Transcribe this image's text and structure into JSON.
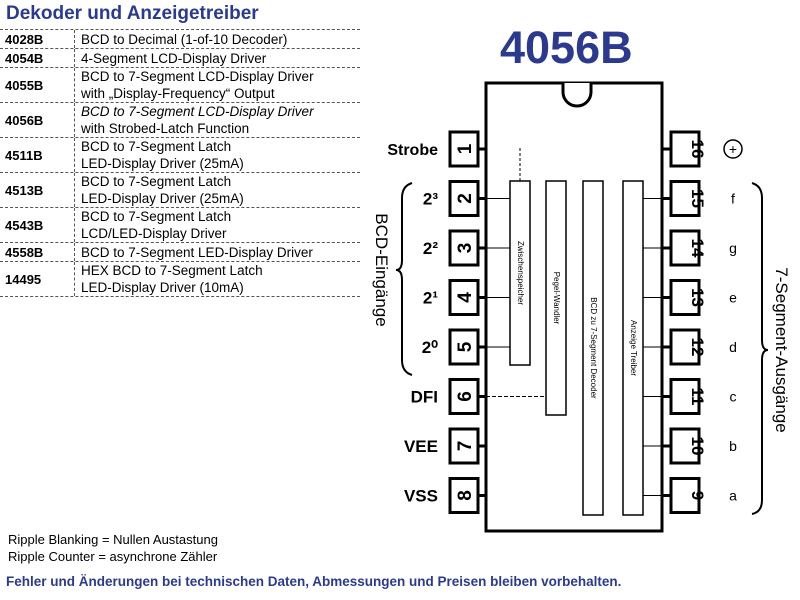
{
  "header": {
    "title": "Dekoder und Anzeigetreiber",
    "chip_title": "4056B"
  },
  "table": {
    "rows": [
      {
        "part": "4028B",
        "line1": "BCD to Decimal (1-of-10 Decoder)",
        "line2": ""
      },
      {
        "part": "4054B",
        "line1": "4-Segment LCD-Display Driver",
        "line2": ""
      },
      {
        "part": "4055B",
        "line1": "BCD to 7-Segment LCD-Display Driver",
        "line2": "with „Display-Frequency“ Output"
      },
      {
        "part": "4056B",
        "line1": "BCD to 7-Segment LCD-Display Driver",
        "line2": "with Strobed-Latch Function"
      },
      {
        "part": "4511B",
        "line1": "BCD to 7-Segment Latch",
        "line2": "LED-Display Driver (25mA)"
      },
      {
        "part": "4513B",
        "line1": "BCD to 7-Segment Latch",
        "line2": "LED-Display Driver (25mA)"
      },
      {
        "part": "4543B",
        "line1": "BCD to 7-Segment Latch",
        "line2": "LCD/LED-Display Driver"
      },
      {
        "part": "4558B",
        "line1": "BCD to 7-Segment LED-Display Driver",
        "line2": ""
      },
      {
        "part": "14495",
        "line1": "HEX BCD to 7-Segment Latch",
        "line2": "LED-Display Driver (10mA)"
      }
    ]
  },
  "notes": {
    "line1": "Ripple Blanking = Nullen Austastung",
    "line2": "Ripple Counter = asynchrone Zähler"
  },
  "footer": "Fehler und Änderungen bei technischen Daten, Abmessungen und Preisen bleiben vorbehalten.",
  "diagram": {
    "left_pins": [
      {
        "num": "1",
        "label": "Strobe"
      },
      {
        "num": "2",
        "label": "2³"
      },
      {
        "num": "3",
        "label": "2²"
      },
      {
        "num": "4",
        "label": "2¹"
      },
      {
        "num": "5",
        "label": "2⁰"
      },
      {
        "num": "6",
        "label": "DFI"
      },
      {
        "num": "7",
        "label": "VEE"
      },
      {
        "num": "8",
        "label": "VSS"
      }
    ],
    "right_pins": [
      {
        "num": "16",
        "label": "+"
      },
      {
        "num": "15",
        "label": "f"
      },
      {
        "num": "14",
        "label": "g"
      },
      {
        "num": "13",
        "label": "e"
      },
      {
        "num": "12",
        "label": "d"
      },
      {
        "num": "11",
        "label": "c"
      },
      {
        "num": "10",
        "label": "b"
      },
      {
        "num": "9",
        "label": "a"
      }
    ],
    "left_group_label": "BCD-Eingänge",
    "right_group_label": "7-Segment-Ausgänge",
    "blocks": [
      {
        "label": "Zwischenspeicher"
      },
      {
        "label": "Pegel-Wandler"
      },
      {
        "label": "BCD zu 7-Segment Decoder"
      },
      {
        "label": "Anzeige Treiber"
      }
    ]
  }
}
